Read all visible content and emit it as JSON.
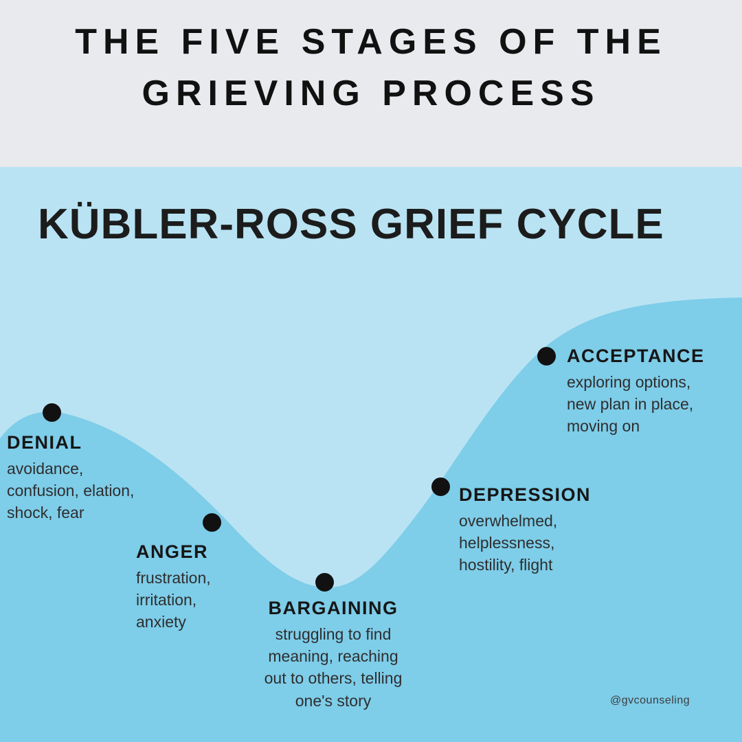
{
  "header": {
    "title_line1": "THE FIVE STAGES OF THE",
    "title_line2": "GRIEVING PROCESS"
  },
  "diagram": {
    "title": "KÜBLER-ROSS GRIEF CYCLE",
    "type": "curve-diagram",
    "stages": [
      {
        "name": "DENIAL",
        "description": "avoidance,\nconfusion, elation,\nshock, fear"
      },
      {
        "name": "ANGER",
        "description": "frustration,\nirritation,\nanxiety"
      },
      {
        "name": "BARGAINING",
        "description": "struggling to find\nmeaning, reaching\nout to others, telling\none's story"
      },
      {
        "name": "DEPRESSION",
        "description": "overwhelmed,\nhelplessness,\nhostility, flight"
      },
      {
        "name": "ACCEPTANCE",
        "description": "exploring options,\nnew plan in place,\nmoving on"
      }
    ]
  },
  "colors": {
    "header_background": "#e9eaee",
    "diagram_background": "#b9e3f3",
    "wave_fill": "#7ecde9",
    "dot_color": "#111111",
    "text_color": "#161616"
  },
  "watermark": "@gvcounseling"
}
